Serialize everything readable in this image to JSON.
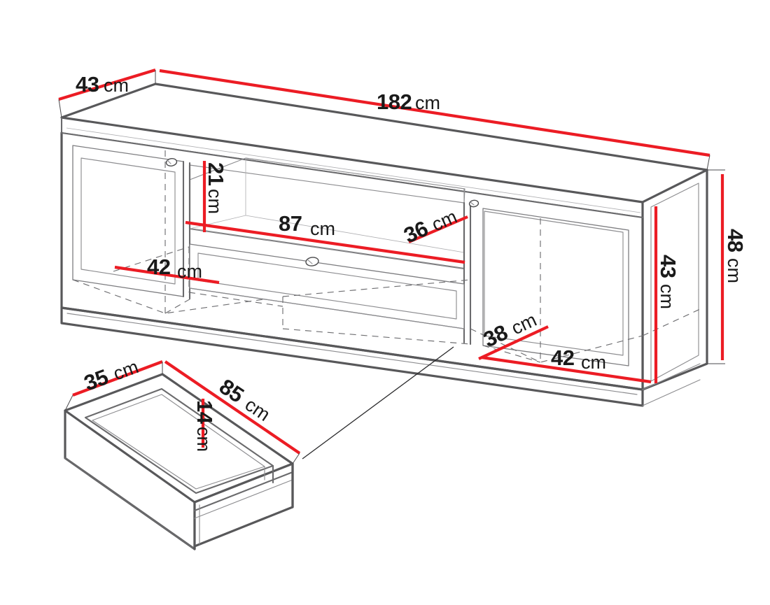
{
  "document": {
    "type": "furniture-technical-drawing",
    "subject": "TV stand / lowboard cabinet with separate drawer detail",
    "unit": "cm",
    "dimension_color": "#ec1c24",
    "line_color": "#58585a",
    "background": "#ffffff"
  },
  "cabinet": {
    "name": "tv-stand-cabinet",
    "dimensions": {
      "depth_top": "43",
      "width_total": "182",
      "height_total": "48",
      "height_body": "43",
      "open_shelf_height": "21",
      "open_shelf_width": "87",
      "open_shelf_depth": "36",
      "left_door_width": "42",
      "right_door_width": "42",
      "right_door_depth": "38"
    },
    "unit_suffix": "cm",
    "labels": {
      "depth_top": "43",
      "width_total": "182",
      "height_total": "48",
      "height_body": "43",
      "open_shelf_height": "21",
      "open_shelf_width": "87",
      "open_shelf_depth": "36",
      "left_door_width": "42",
      "right_door_width": "42",
      "right_door_depth": "38"
    },
    "parts": [
      {
        "name": "left-door",
        "label": "left door panel"
      },
      {
        "name": "center-open-shelf",
        "label": "open center compartment"
      },
      {
        "name": "center-drawer-front",
        "label": "center drawer front"
      },
      {
        "name": "right-door",
        "label": "right door panel"
      },
      {
        "name": "top-board",
        "label": "top board"
      },
      {
        "name": "plinth",
        "label": "base plinth"
      }
    ]
  },
  "drawer": {
    "name": "drawer-detail",
    "dimensions": {
      "depth": "35",
      "width": "85",
      "height": "14"
    },
    "unit_suffix": "cm",
    "labels": {
      "depth": "35",
      "width": "85",
      "height": "14"
    }
  },
  "annotations": {
    "leader": "callout line linking drawer detail to cabinet drawer"
  }
}
